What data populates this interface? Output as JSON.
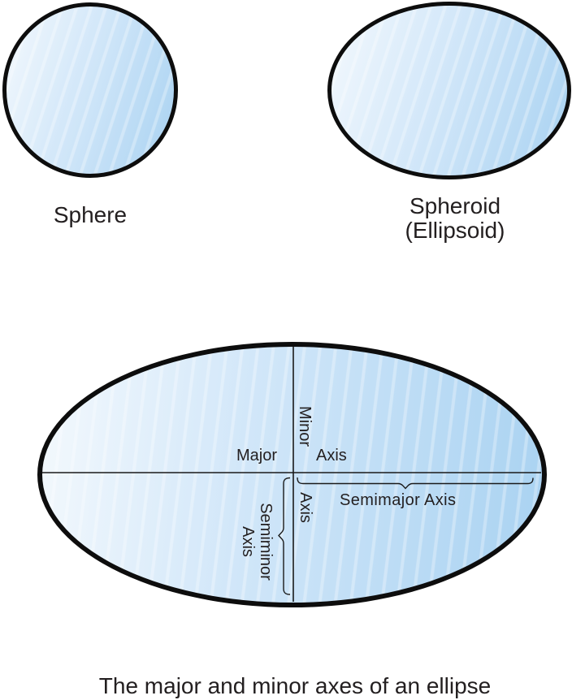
{
  "colors": {
    "outline": "#0d0d0d",
    "text": "#231f20",
    "fill_light": "#f4f9fd",
    "fill_dark": "#a9d2f1",
    "background": "#ffffff"
  },
  "sphere": {
    "label": "Sphere"
  },
  "spheroid": {
    "label": "Spheroid",
    "sublabel": "(Ellipsoid)"
  },
  "ellipse_diagram": {
    "major_axis_word_left": "Major",
    "major_axis_word_right": "Axis",
    "minor_axis_word_top": "Minor",
    "minor_axis_word_bottom": "Axis",
    "semimajor_label": "Semimajor Axis",
    "semiminor_label_line1": "Semiminor",
    "semiminor_label_line2": "Axis"
  },
  "caption": "The major and minor axes of an ellipse"
}
